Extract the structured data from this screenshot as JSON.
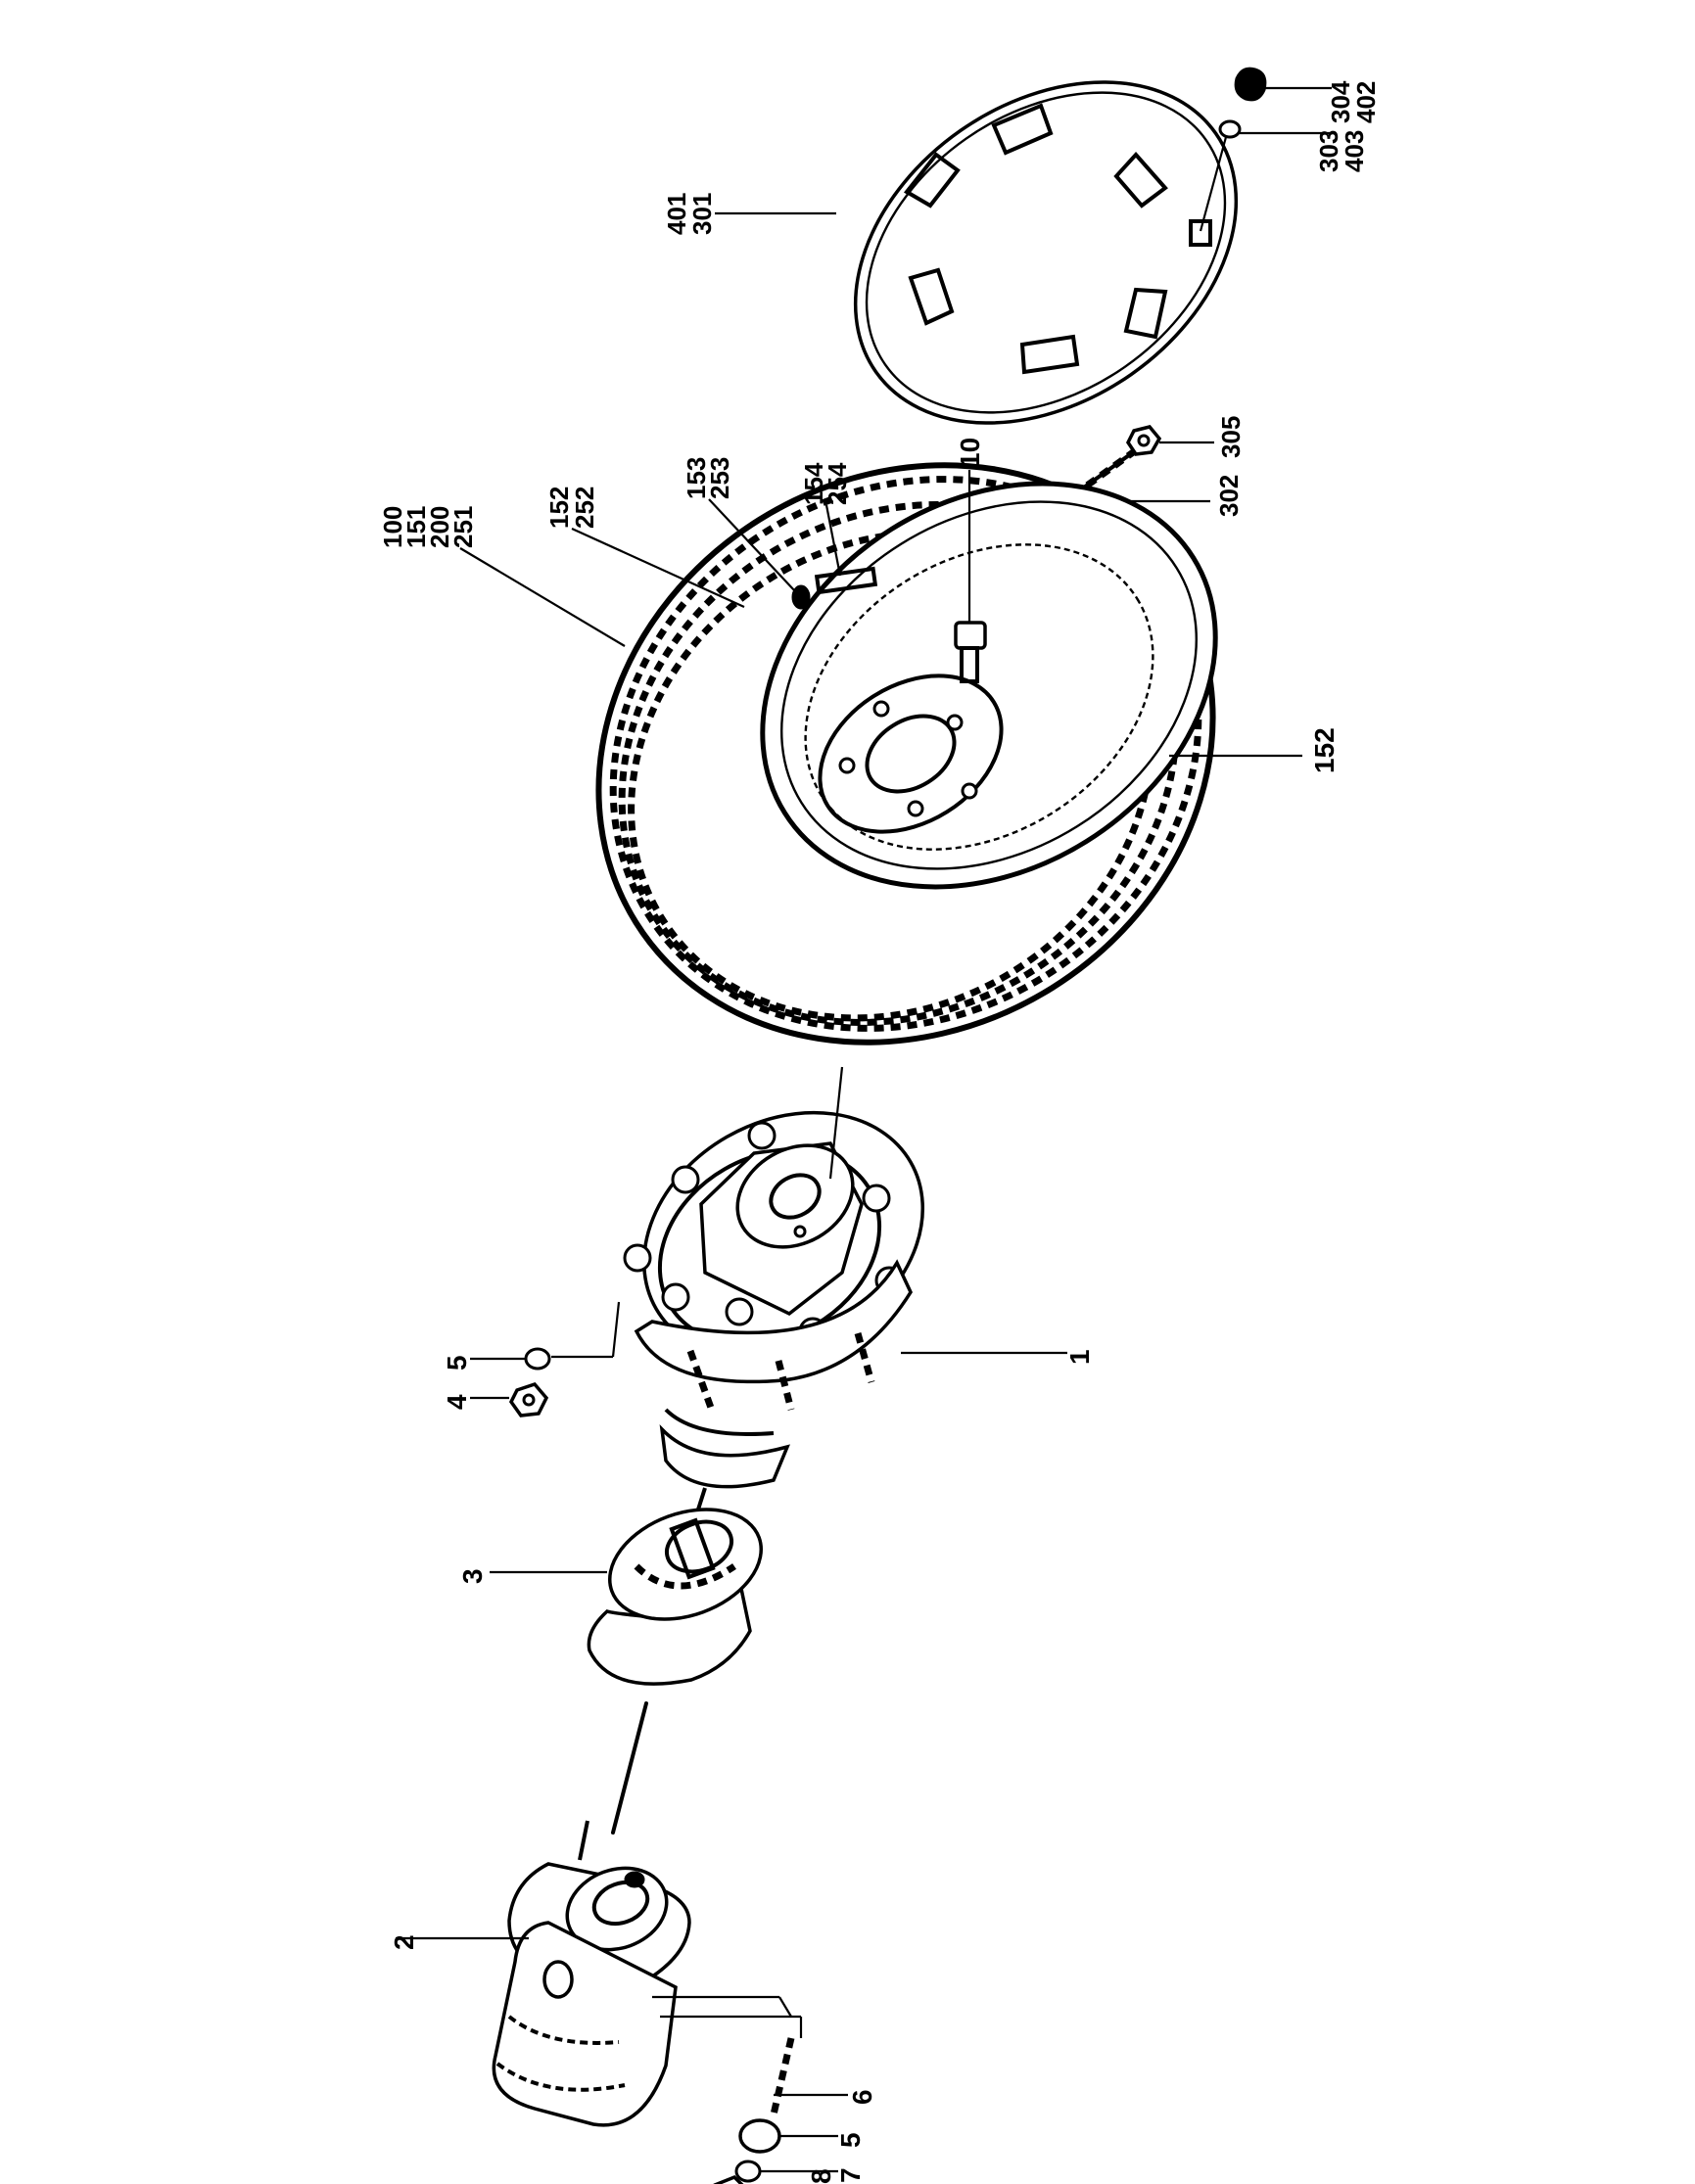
{
  "callouts": {
    "tyre": [
      "100",
      "151",
      "200",
      "251"
    ],
    "rim": [
      "152",
      "252"
    ],
    "valve": [
      "153",
      "253"
    ],
    "label_plate": [
      "154",
      "254"
    ],
    "wheel_bolt": "10",
    "rim_lower": "152",
    "hub": "1",
    "final_drive": "3",
    "motor": "2",
    "hub_washer": "5",
    "hub_nut": "4",
    "stud": "6",
    "motor_washer": "5",
    "spring_washer": "7",
    "motor_nut": "8",
    "cover_disc": [
      "401",
      "301"
    ],
    "cover_cap": [
      "304",
      "402"
    ],
    "cover_washer": [
      "303",
      "403"
    ],
    "hook": "302",
    "hook_nut": "305"
  }
}
